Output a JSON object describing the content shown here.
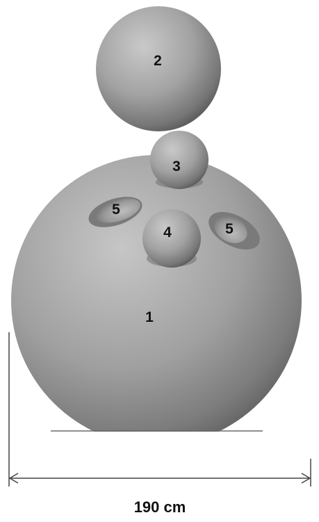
{
  "labels": {
    "sphere_1": "1",
    "sphere_2": "2",
    "sphere_3": "3",
    "sphere_4": "4",
    "dimple_left": "5",
    "dimple_right": "5"
  },
  "dimension": {
    "label": "190 cm"
  },
  "colors": {
    "sphere_highlight": "#c4c4c4",
    "sphere_mid": "#9a9a9a",
    "sphere_shadow": "#5a5a5a",
    "dimension_line": "#444444"
  }
}
